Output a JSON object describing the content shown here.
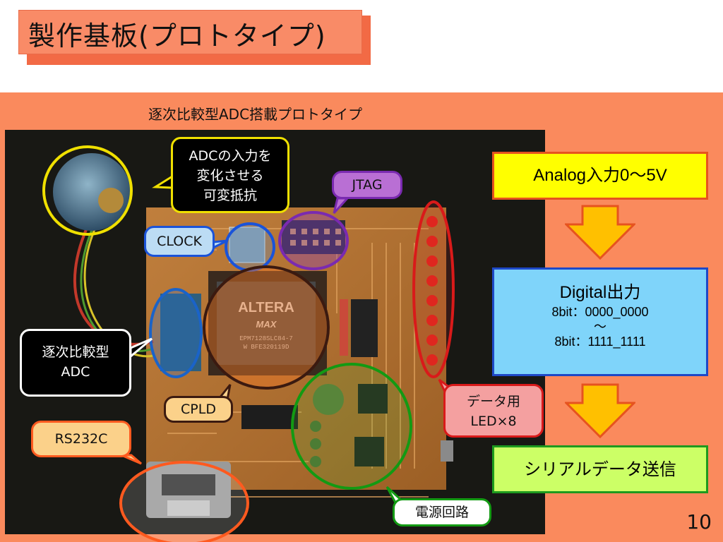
{
  "slide": {
    "title": "製作基板(プロトタイプ)",
    "page_number": "10"
  },
  "photo": {
    "caption": "逐次比較型ADC搭載プロトタイプ",
    "labels": {
      "adc_input": "ADCの入力を\n変化させる\n可変抵抗",
      "jtag": "JTAG",
      "clock": "CLOCK",
      "adc": "逐次比較型\nADC",
      "cpld": "CPLD",
      "rs232c": "RS232C",
      "data_led": "データ用\nLED×8",
      "power": "電源回路"
    },
    "chip_text": {
      "brand": "ALTERA",
      "family": "MAX",
      "part": "EPM7128SLC84-7",
      "code": "W BFE320119D"
    }
  },
  "flow": {
    "analog": "Analog入力0〜5V",
    "digital_title": "Digital出力",
    "digital_line1": "8bit：0000_0000",
    "digital_tilde": "〜",
    "digital_line2": "8bit：1111_1111",
    "serial": "シリアルデータ送信"
  }
}
